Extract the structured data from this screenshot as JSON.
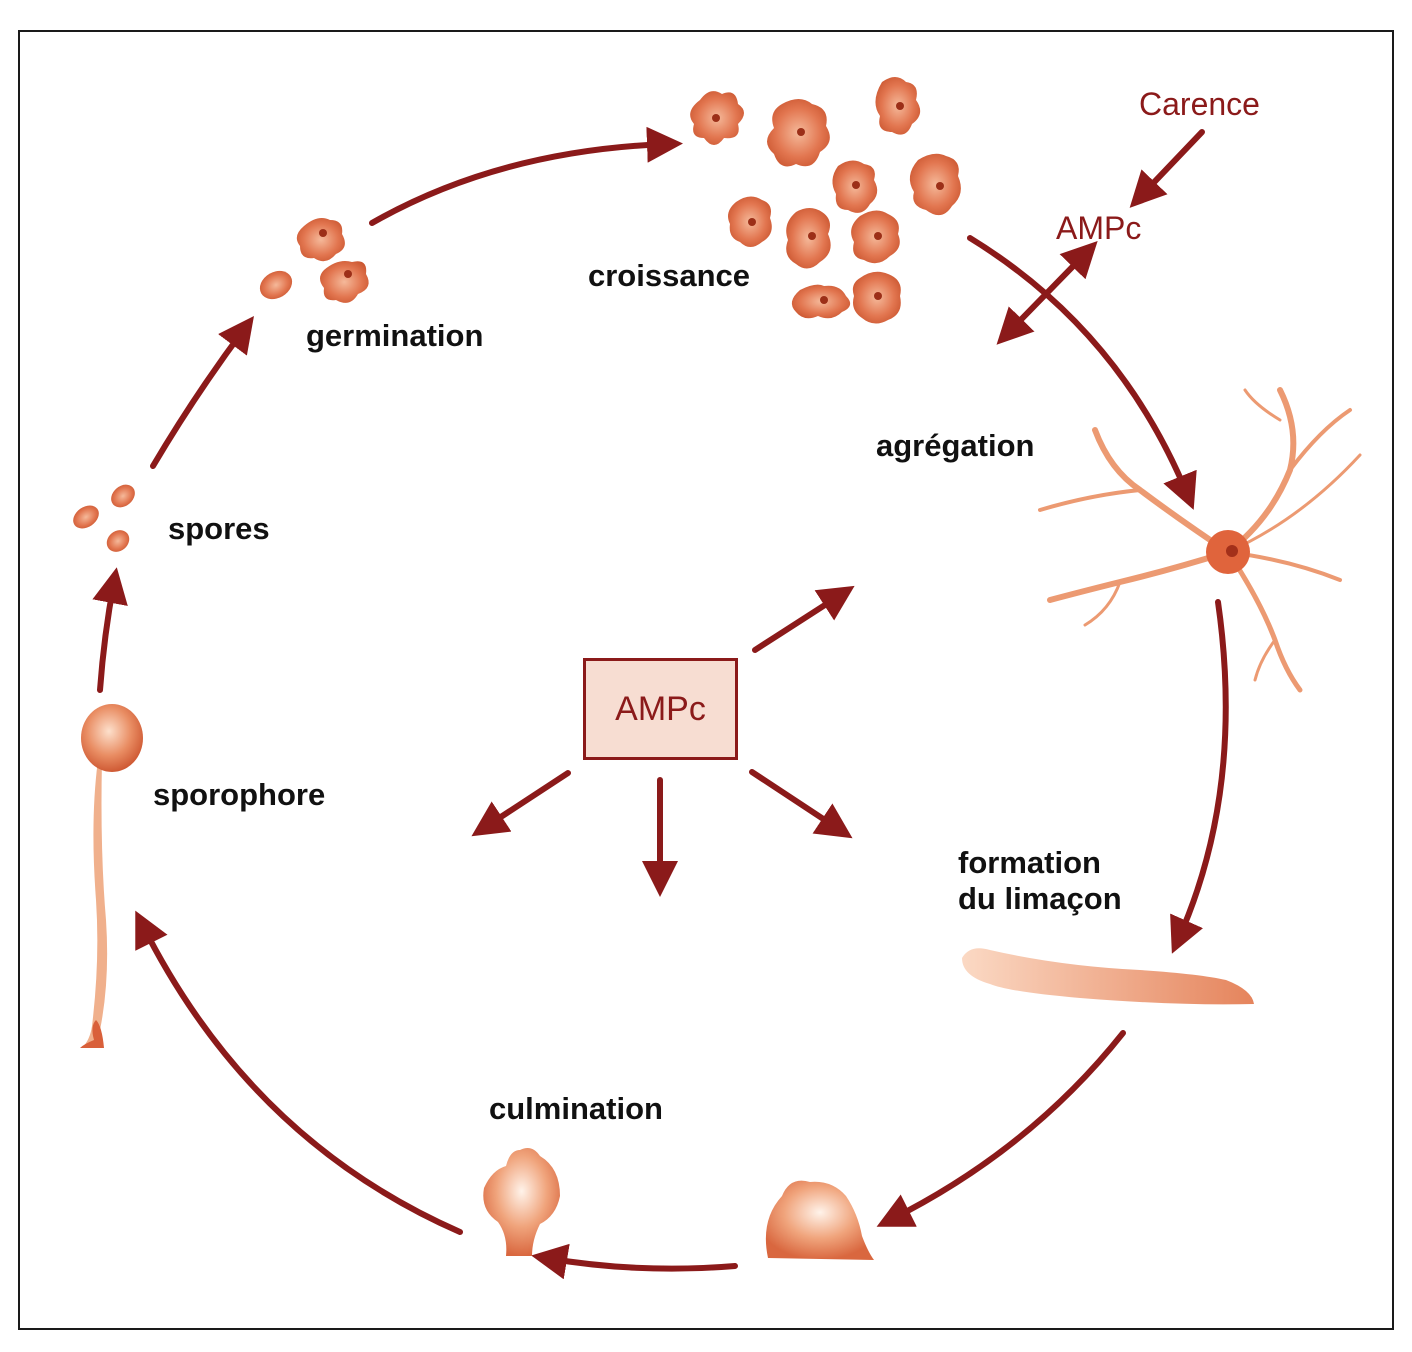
{
  "diagram": {
    "stages": {
      "croissance": "croissance",
      "germination": "germination",
      "spores": "spores",
      "sporophore": "sporophore",
      "agregation": "agrégation",
      "formation_line1": "formation",
      "formation_line2": "du limaçon",
      "culmination": "culmination"
    },
    "signals": {
      "carence": "Carence",
      "ampc_top": "AMPc",
      "ampc_center": "AMPc"
    },
    "colors": {
      "arrow": "#8b1a1a",
      "cell": "#d9603a",
      "cell_light": "#f2b48e",
      "box_fill": "#f7ddd2"
    },
    "icons": [
      "amoeba-cell",
      "spore",
      "aggregation-center",
      "slug",
      "culmination-mound",
      "fruiting-body",
      "stalked-sporophore"
    ]
  }
}
